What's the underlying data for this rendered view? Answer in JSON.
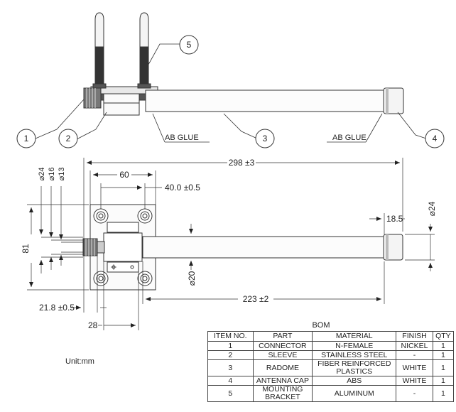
{
  "callouts": {
    "c1": "1",
    "c2": "2",
    "c3": "3",
    "c4": "4",
    "c5": "5"
  },
  "glue_label": "AB GLUE",
  "dims": {
    "overall": "298 ±3",
    "d60": "60",
    "d40": "40.0 ±0.5",
    "dia24": "⌀24",
    "dia16": "⌀16",
    "dia13": "⌀13",
    "d81": "81",
    "d185": "18.5",
    "dia24r": "⌀24",
    "dia20": "⌀20",
    "d223": "223 ±2",
    "d218": "21.8 ±0.5",
    "d28": "28"
  },
  "unit": "Unit:mm",
  "bom": {
    "title": "BOM",
    "headers": [
      "ITEM NO.",
      "PART",
      "MATERIAL",
      "FINISH",
      "QTY"
    ],
    "rows": [
      [
        "1",
        "CONNECTOR",
        "N-FEMALE",
        "NICKEL",
        "1"
      ],
      [
        "2",
        "SLEEVE",
        "STAINLESS STEEL",
        "-",
        "1"
      ],
      [
        "3",
        "RADOME",
        "FIBER REINFORCED PLASTICS",
        "WHITE",
        "1"
      ],
      [
        "4",
        "ANTENNA CAP",
        "ABS",
        "WHITE",
        "1"
      ],
      [
        "5",
        "MOUNTING BRACKET",
        "ALUMINUM",
        "-",
        "1"
      ]
    ]
  }
}
